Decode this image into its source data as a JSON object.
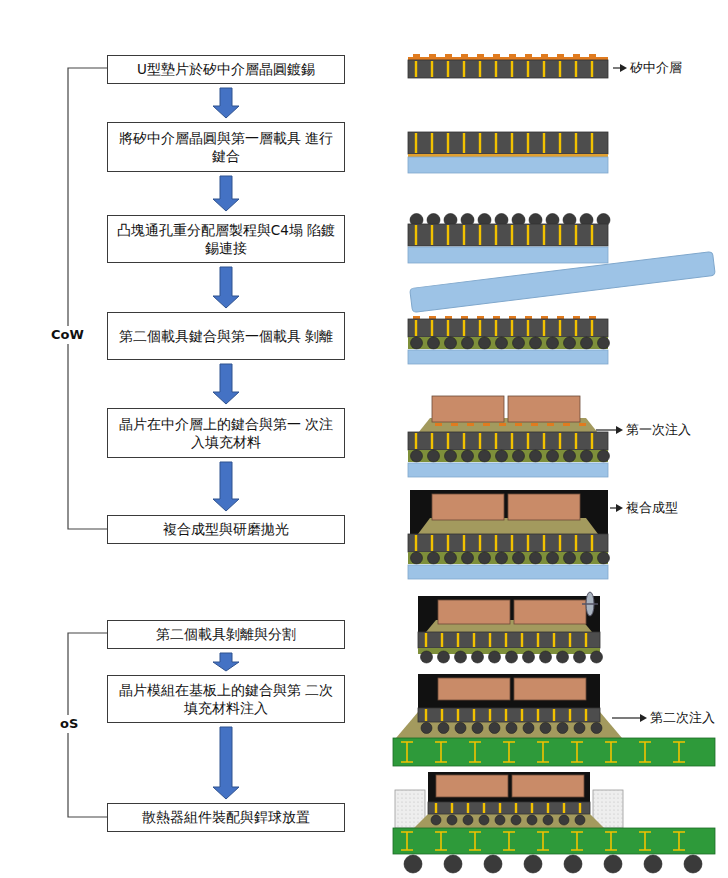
{
  "diagram": {
    "nodes": [
      {
        "text": [
          "U型墊片於矽中介層晶圓鍍錫"
        ]
      },
      {
        "text": [
          "將矽中介層晶圓與第一層載具 進行鍵合"
        ]
      },
      {
        "text": [
          "凸塊通孔重分配層製程與C4塌 陷鍍錫連接"
        ]
      },
      {
        "text": [
          "第二個載具鍵合與第一個載具 剝離"
        ]
      },
      {
        "text": [
          "晶片在中介層上的鍵合與第一 次注入填充材料"
        ]
      },
      {
        "text": [
          "複合成型與研磨拋光"
        ]
      },
      {
        "text": [
          "第二個載具剝離與分割"
        ]
      },
      {
        "text": [
          "晶片模組在基板上的鍵合與第 二次填充材料注入"
        ]
      },
      {
        "text": [
          "散熱器組件裝配與銲球放置"
        ]
      }
    ],
    "edges": [
      {
        "from": 0,
        "to": 1,
        "arrow": "to"
      },
      {
        "from": 1,
        "to": 2,
        "arrow": "to"
      },
      {
        "from": 2,
        "to": 3,
        "arrow": "to"
      },
      {
        "from": 3,
        "to": 4,
        "arrow": "to"
      },
      {
        "from": 4,
        "to": 5,
        "arrow": "to"
      },
      {
        "from": 6,
        "to": 7,
        "arrow": "to"
      },
      {
        "from": 7,
        "to": 8,
        "arrow": "to"
      }
    ],
    "labels": [
      "CoW",
      "oS",
      "矽中介層",
      "第一次注入",
      "複合成型",
      "第二次注入"
    ]
  }
}
